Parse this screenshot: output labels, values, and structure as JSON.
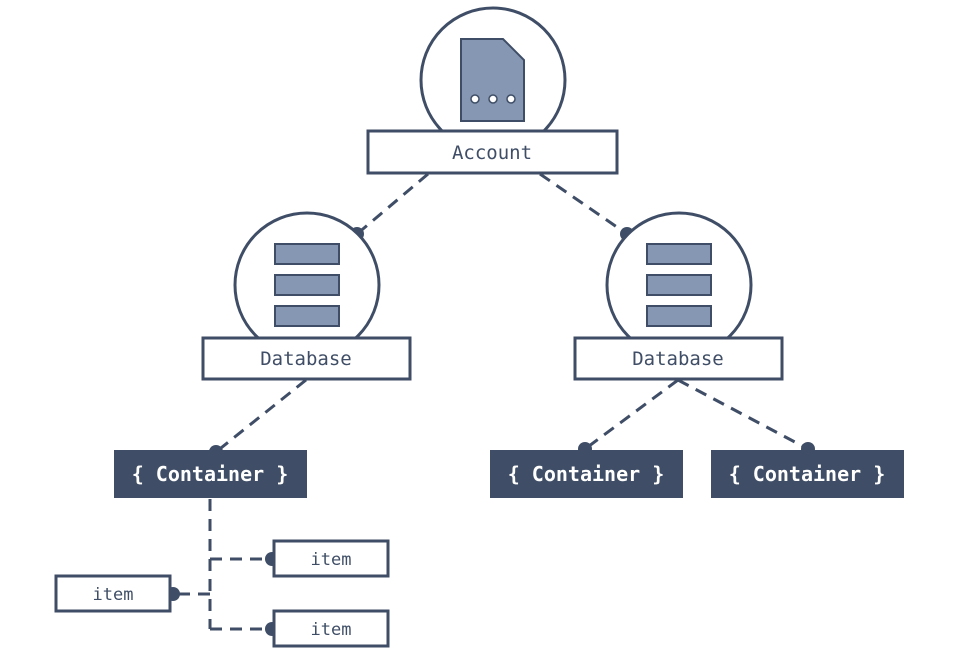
{
  "diagram": {
    "account": {
      "label": "Account",
      "icon": "document-icon"
    },
    "databases": [
      {
        "label": "Database",
        "icon": "database-stack-icon"
      },
      {
        "label": "Database",
        "icon": "database-stack-icon"
      }
    ],
    "containers": [
      {
        "label": "{ Container }"
      },
      {
        "label": "{ Container }"
      },
      {
        "label": "{ Container }"
      }
    ],
    "items": [
      {
        "label": "item"
      },
      {
        "label": "item"
      },
      {
        "label": "item"
      }
    ],
    "colors": {
      "stroke": "#3f4e66",
      "fill_light": "#8597b2",
      "container_fill": "#3f4e66",
      "background": "#ffffff"
    }
  }
}
